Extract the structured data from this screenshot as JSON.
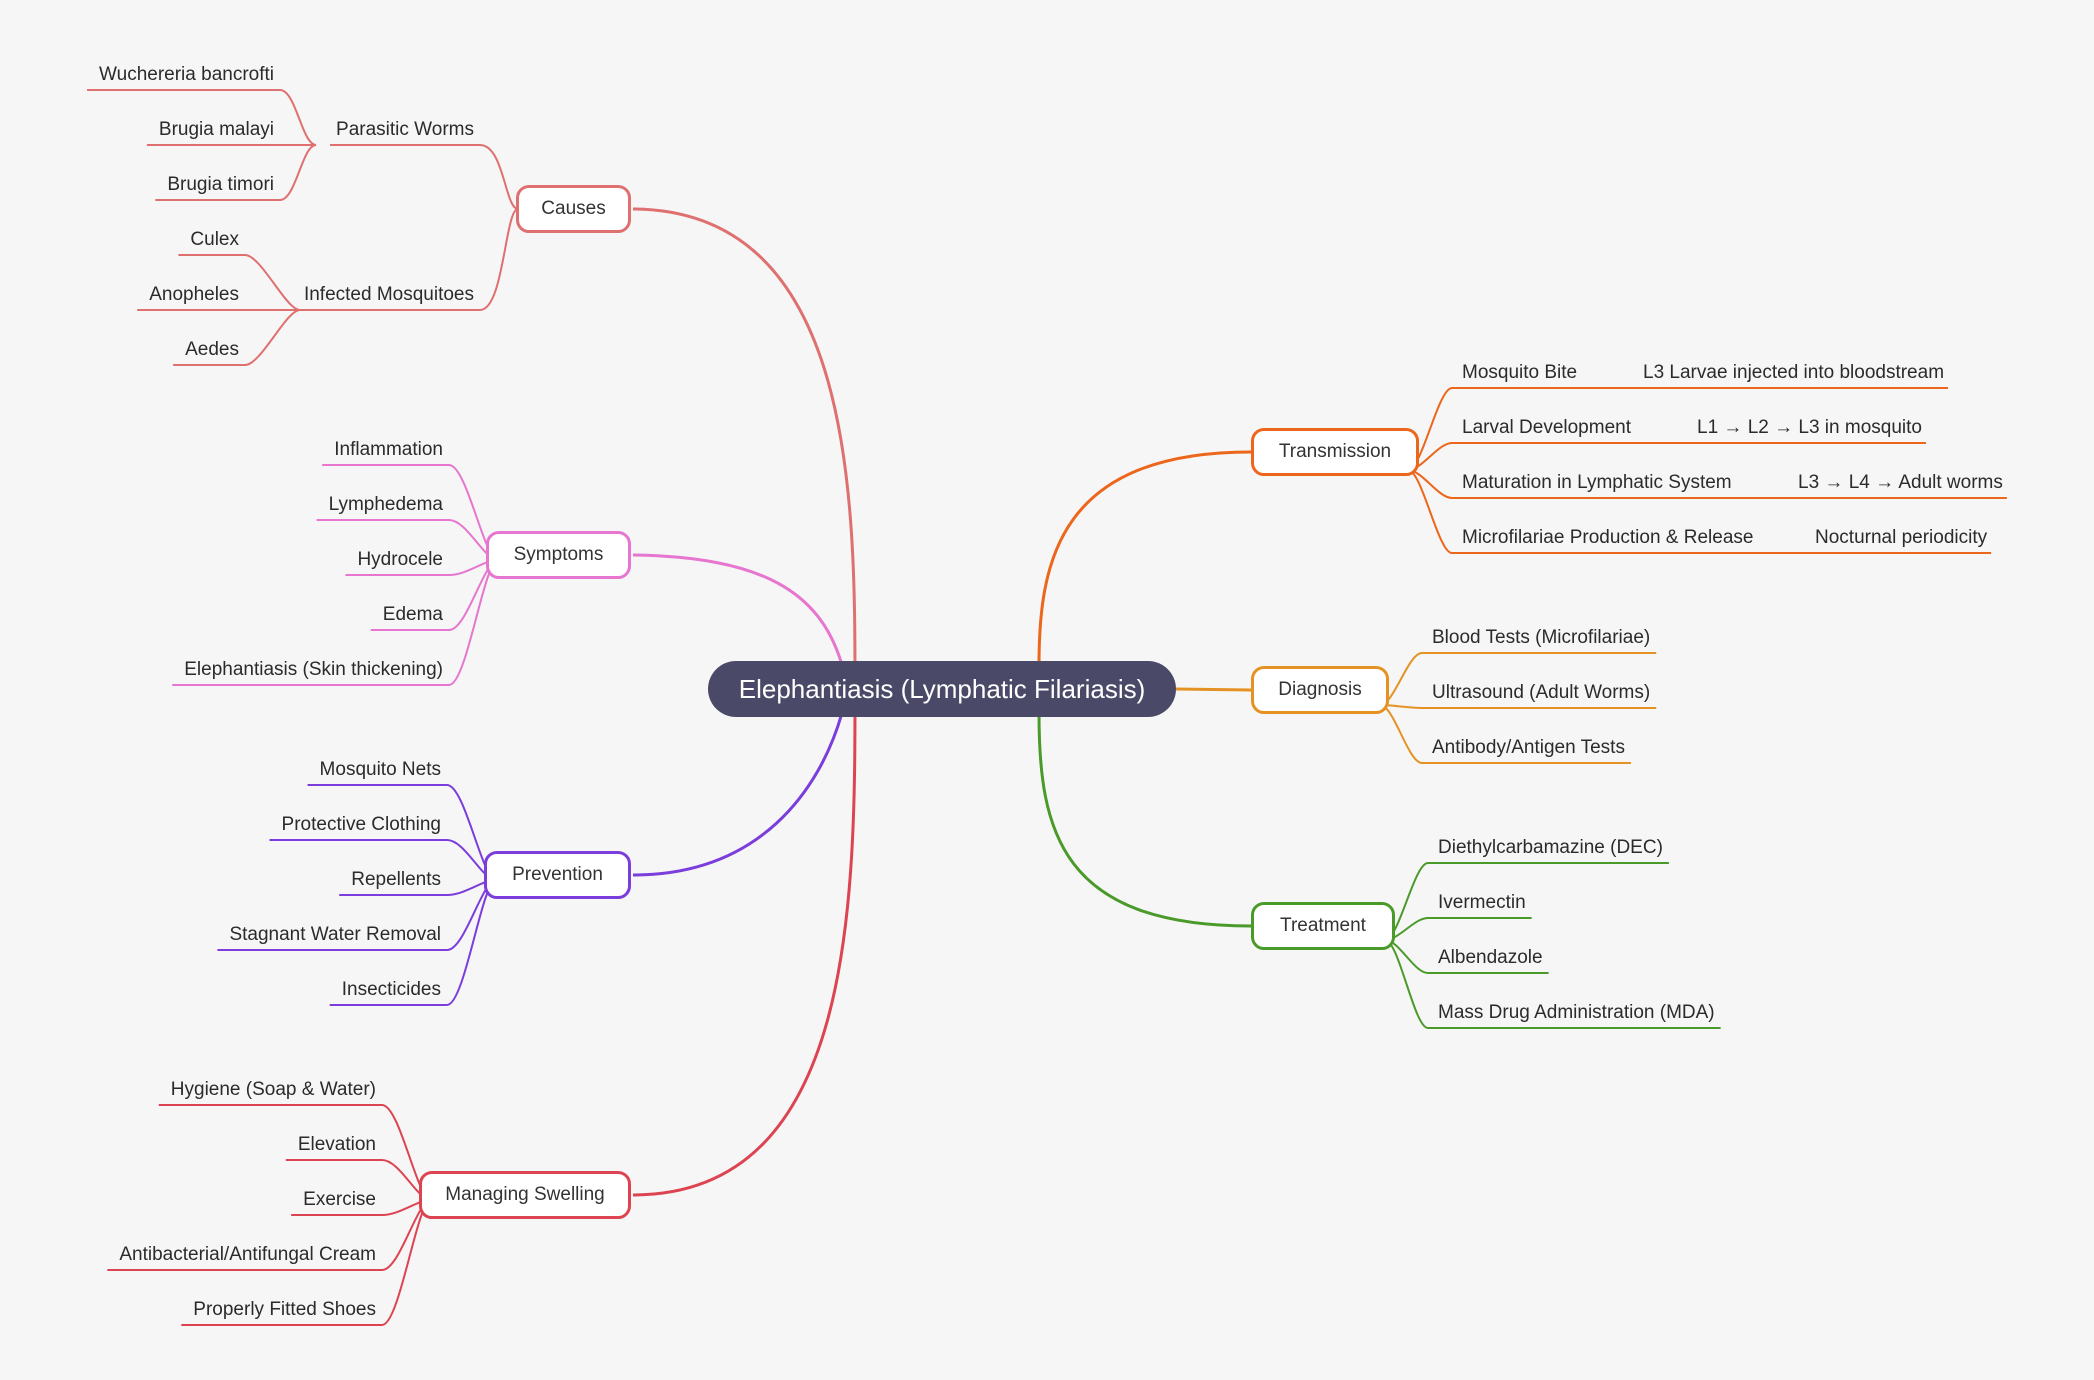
{
  "root": {
    "label": "Elephantiasis (Lymphatic Filariasis)"
  },
  "branches": [
    {
      "id": "causes",
      "label": "Causes",
      "color": "#df7070",
      "side": "left",
      "children": [
        {
          "label": "Parasitic Worms",
          "children": [
            "Wuchereria bancrofti",
            "Brugia malayi",
            "Brugia timori"
          ]
        },
        {
          "label": "Infected Mosquitoes",
          "children": [
            "Culex",
            "Anopheles",
            "Aedes"
          ]
        }
      ]
    },
    {
      "id": "symptoms",
      "label": "Symptoms",
      "color": "#e676cf",
      "side": "left",
      "children": [
        "Inflammation",
        "Lymphedema",
        "Hydrocele",
        "Edema",
        "Elephantiasis (Skin thickening)"
      ]
    },
    {
      "id": "prevention",
      "label": "Prevention",
      "color": "#7b3ddc",
      "side": "left",
      "children": [
        "Mosquito Nets",
        "Protective Clothing",
        "Repellents",
        "Stagnant Water Removal",
        "Insecticides"
      ]
    },
    {
      "id": "managing-swelling",
      "label": "Managing Swelling",
      "color": "#dd4452",
      "side": "left",
      "children": [
        "Hygiene (Soap & Water)",
        "Elevation",
        "Exercise",
        "Antibacterial/Antifungal Cream",
        "Properly Fitted Shoes"
      ]
    },
    {
      "id": "transmission",
      "label": "Transmission",
      "color": "#ec661c",
      "side": "right",
      "children": [
        {
          "label": "Mosquito Bite",
          "detail": "L3 Larvae injected into bloodstream"
        },
        {
          "label": "Larval Development",
          "detail": "L1 → L2 → L3 in mosquito"
        },
        {
          "label": "Maturation in Lymphatic System",
          "detail": "L3 → L4 → Adult worms"
        },
        {
          "label": "Microfilariae Production & Release",
          "detail": "Nocturnal periodicity"
        }
      ]
    },
    {
      "id": "diagnosis",
      "label": "Diagnosis",
      "color": "#e59224",
      "side": "right",
      "children": [
        "Blood Tests (Microfilariae)",
        "Ultrasound (Adult Worms)",
        "Antibody/Antigen Tests"
      ]
    },
    {
      "id": "treatment",
      "label": "Treatment",
      "color": "#4a9a2a",
      "side": "right",
      "children": [
        "Diethylcarbamazine (DEC)",
        "Ivermectin",
        "Albendazole",
        "Mass Drug Administration (MDA)"
      ]
    }
  ]
}
